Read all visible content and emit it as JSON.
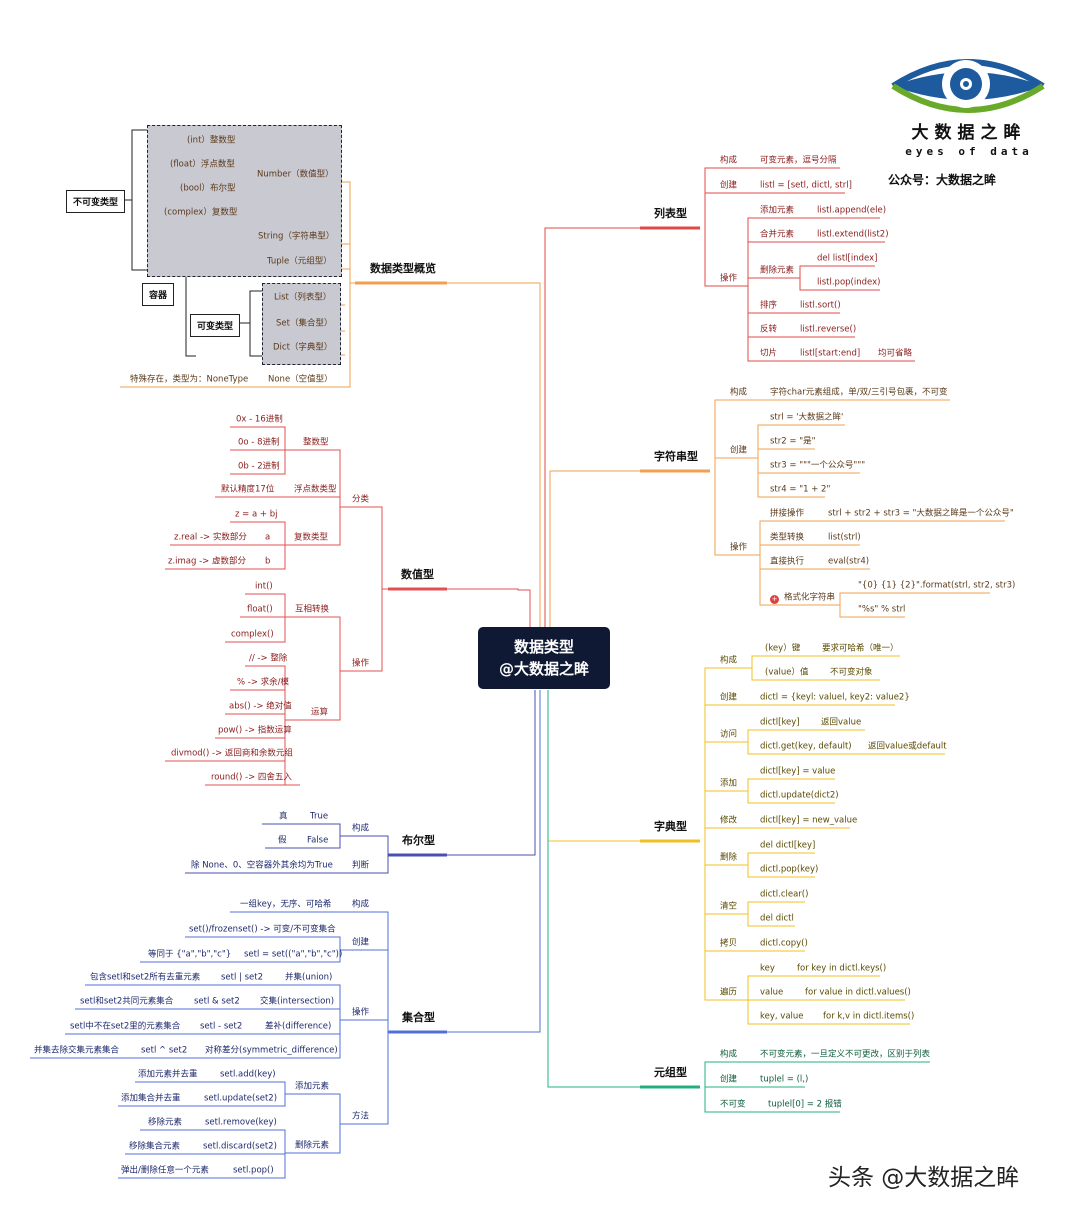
{
  "center": {
    "line1": "数据类型",
    "line2": "@大数据之眸"
  },
  "logo": {
    "title": "大数据之眸",
    "subtitle": "eyes of data",
    "account": "公众号：大数据之眸"
  },
  "watermark": "头条 @大数据之眸",
  "colors": {
    "overview": "#f0a050",
    "numeric": "#e05050",
    "boolean": "#4a50b0",
    "set": "#5070d8",
    "list": "#e04848",
    "string": "#f0a050",
    "dict": "#f0c020",
    "tuple": "#20b080"
  },
  "overview": {
    "title": "数据类型概览",
    "immutable_label": "不可变类型",
    "container_label": "容器",
    "mutable_label": "可变类型",
    "number_label": "Number（数值型）",
    "items": [
      "(int）整数型",
      "(float）浮点数型",
      "(bool）布尔型",
      "(complex）复数型"
    ],
    "string_label": "String（字符串型）",
    "tuple_label": "Tuple（元组型）",
    "mutable_items": [
      "List（列表型）",
      "Set（集合型）",
      "Dict（字典型）"
    ],
    "none_note": "特殊存在，类型为：NoneType",
    "none_label": "None（空值型）"
  },
  "numeric": {
    "title": "数值型",
    "classify": "分类",
    "int_type": "整数型",
    "bases": [
      "0x - 16进制",
      "0o - 8进制",
      "0b - 2进制"
    ],
    "float_type": "浮点数类型",
    "float_note": "默认精度17位",
    "complex_type": "复数类型",
    "complex_formula": "z = a + bj",
    "complex_real": "z.real -> 实数部分",
    "complex_real_val": "a",
    "complex_imag": "z.imag -> 虚数部分",
    "complex_imag_val": "b",
    "ops": "操作",
    "convert": "互相转换",
    "convert_items": [
      "int()",
      "float()",
      "complex()"
    ],
    "calc": "运算",
    "calc_items": [
      "// -> 整除",
      "% -> 求余/模",
      "abs() -> 绝对值",
      "pow() -> 指数运算",
      "divmod() -> 返回商和余数元组",
      "round() -> 四舍五入"
    ]
  },
  "boolean": {
    "title": "布尔型",
    "compose": "构成",
    "true_cn": "真",
    "true_en": "True",
    "false_cn": "假",
    "false_en": "False",
    "judge": "判断",
    "judge_note": "除 None、0、空容器外其余均为True"
  },
  "set": {
    "title": "集合型",
    "compose": "构成",
    "compose_note": "一组key，无序、可哈希",
    "create": "创建",
    "create_note1": "set()/frozenset() -> 可变/不可变集合",
    "create_eq": "等同于 {\"a\",\"b\",\"c\"}",
    "create_ex": "setl = set((\"a\",\"b\",\"c\"))",
    "ops": "操作",
    "op_rows": [
      {
        "desc": "包含setl和set2所有去重元素",
        "expr": "setl | set2",
        "name": "并集(union)"
      },
      {
        "desc": "setl和set2共同元素集合",
        "expr": "setl & set2",
        "name": "交集(intersection)"
      },
      {
        "desc": "setl中不在set2里的元素集合",
        "expr": "setl - set2",
        "name": "差补(difference)"
      },
      {
        "desc": "并集去除交集元素集合",
        "expr": "setl ^ set2",
        "name": "对称差分(symmetric_difference)"
      }
    ],
    "methods": "方法",
    "add_group": "添加元素",
    "add_rows": [
      {
        "desc": "添加元素并去重",
        "expr": "setl.add(key)"
      },
      {
        "desc": "添加集合并去重",
        "expr": "setl.update(set2)"
      }
    ],
    "del_group": "删除元素",
    "del_rows": [
      {
        "desc": "移除元素",
        "expr": "setl.remove(key)"
      },
      {
        "desc": "移除集合元素",
        "expr": "setl.discard(set2)"
      },
      {
        "desc": "弹出/删除任意一个元素",
        "expr": "setl.pop()"
      }
    ]
  },
  "list": {
    "title": "列表型",
    "compose": "构成",
    "compose_note": "可变元素，逗号分隔",
    "create": "创建",
    "create_note": "listl = [setl, dictl, strl]",
    "ops": "操作",
    "rows": [
      {
        "name": "添加元素",
        "expr": "listl.append(ele)"
      },
      {
        "name": "合并元素",
        "expr": "listl.extend(list2)"
      },
      {
        "name": "删除元素",
        "expr": "del listl[index]",
        "expr2": "listl.pop(index)"
      },
      {
        "name": "排序",
        "expr": "listl.sort()"
      },
      {
        "name": "反转",
        "expr": "listl.reverse()"
      },
      {
        "name": "切片",
        "expr": "listl[start:end]",
        "note": "均可省略"
      }
    ]
  },
  "string": {
    "title": "字符串型",
    "compose": "构成",
    "compose_note": "字符char元素组成，单/双/三引号包裹，不可变",
    "create": "创建",
    "create_items": [
      "strl = '大数据之眸'",
      "str2 = \"是\"",
      "str3 = \"\"\"一个公众号\"\"\"",
      "str4 = \"1 + 2\""
    ],
    "ops": "操作",
    "concat": "拼接操作",
    "concat_expr": "strl + str2 + str3 = \"大数据之眸是一个公众号\"",
    "convert": "类型转换",
    "convert_expr": "list(strl)",
    "exec": "直接执行",
    "exec_expr": "eval(str4)",
    "format": "格式化字符串",
    "format_expr1": "\"{0} {1} {2}\".format(strl, str2, str3)",
    "format_expr2": "\"%s\" % strl"
  },
  "dict": {
    "title": "字典型",
    "compose": "构成",
    "key_label": "(key）键",
    "key_note": "要求可哈希（唯一）",
    "value_label": "(value）值",
    "value_note": "不可变对象",
    "create": "创建",
    "create_note": "dictl = {keyl: valuel, key2: value2}",
    "access": "访问",
    "access_expr1": "dictl[key]",
    "access_note1": "返回value",
    "access_expr2": "dictl.get(key, default)",
    "access_note2": "返回value或default",
    "add": "添加",
    "add_expr1": "dictl[key] = value",
    "add_expr2": "dictl.update(dict2)",
    "modify": "修改",
    "modify_expr": "dictl[key] = new_value",
    "delete": "删除",
    "delete_expr1": "del dictl[key]",
    "delete_expr2": "dictl.pop(key)",
    "clear": "清空",
    "clear_expr1": "dictl.clear()",
    "clear_expr2": "del dictl",
    "copy": "拷贝",
    "copy_expr": "dictl.copy()",
    "iterate": "遍历",
    "iter_rows": [
      {
        "name": "key",
        "expr": "for key in dictl.keys()"
      },
      {
        "name": "value",
        "expr": "for value in dictl.values()"
      },
      {
        "name": "key, value",
        "expr": "for k,v in dictl.items()"
      }
    ]
  },
  "tuple": {
    "title": "元组型",
    "compose": "构成",
    "compose_note": "不可变元素，一旦定义不可更改，区别于列表",
    "create": "创建",
    "create_note": "tuplel = (l,)",
    "immutable": "不可变",
    "immutable_note": "tuplel[0] = 2 报错"
  }
}
